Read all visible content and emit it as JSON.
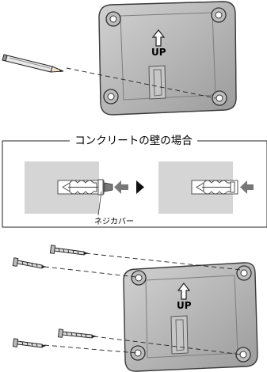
{
  "step1": {
    "up_text": "UP"
  },
  "concrete": {
    "title": "コンクリートの壁の場合",
    "cover_label": "ネジカバー"
  },
  "step3": {
    "up_text": "UP"
  }
}
